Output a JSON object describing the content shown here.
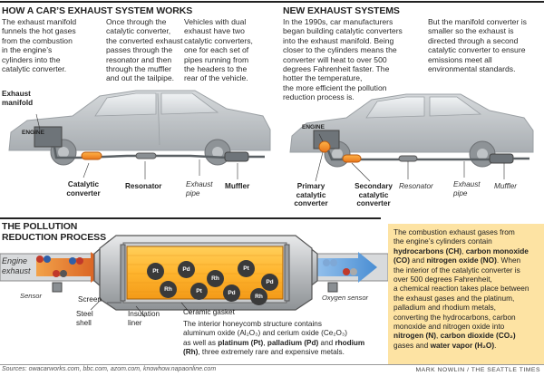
{
  "section1": {
    "title": "HOW A CAR’S EXHAUST SYSTEM WORKS",
    "col1": [
      "The exhaust manifold",
      "funnels the hot gases",
      "from the combustion",
      "in the engine’s",
      "cylinders into the",
      "catalytic converter."
    ],
    "col2": [
      "Once through the",
      "catalytic converter,",
      "the converted exhaust",
      "passes through the",
      "resonator and then",
      "through the muffler",
      "and out the tailpipe."
    ],
    "col3": [
      "Vehicles with dual",
      "exhaust have two",
      "catalytic converters,",
      "one for each set of",
      "pipes running from",
      "the headers to the",
      "rear of the vehicle."
    ]
  },
  "section2": {
    "title": "NEW EXHAUST SYSTEMS",
    "col1": [
      "In the 1990s, car manufacturers",
      "began building catalytic converters",
      "into the exhaust manifold. Being",
      "closer to the cylinders means the",
      "converter will heat to over 500",
      "degrees Fahrenheit faster.  The",
      "hotter the temperature,",
      "the more efficient the pollution",
      "reduction process is."
    ],
    "col2": [
      "But the manifold converter is",
      "smaller so the exhaust is",
      "directed through a second",
      "catalytic converter to ensure",
      "emissions meet all",
      "environmental standards."
    ]
  },
  "car1": {
    "exhaust_manifold": [
      "Exhaust",
      "manifold"
    ],
    "engine": "ENGINE",
    "catalytic_converter": [
      "Catalytic",
      "converter"
    ],
    "resonator": "Resonator",
    "exhaust_pipe": [
      "Exhaust",
      "pipe"
    ],
    "muffler": "Muffler"
  },
  "car2": {
    "engine": "ENGINE",
    "primary": [
      "Primary",
      "catalytic",
      "converter"
    ],
    "secondary": [
      "Secondary",
      "catalytic",
      "converter"
    ],
    "resonator": "Resonator",
    "exhaust_pipe": [
      "Exhaust",
      "pipe"
    ],
    "muffler": "Muffler"
  },
  "section3": {
    "title": [
      "THE POLLUTION",
      "REDUCTION PROCESS"
    ],
    "engine_exhaust": [
      "Engine",
      "exhaust"
    ],
    "sensor": "Sensor",
    "oxygen_sensor": "Oxygen sensor",
    "screen": "Screen",
    "steel_shell": [
      "Steel",
      "shell"
    ],
    "insulation_liner": [
      "Insulation",
      "liner"
    ],
    "ceramic_gasket": "Ceramic gasket",
    "honeycomb": {
      "l1": "The interior honeycomb structure contains",
      "l2": "aluminum oxide (Al₂O₃) and cerium oxide (Ce₂O₃)",
      "l3a": "as well as ",
      "l3b": "platinum (Pt)",
      "l3c": ", ",
      "l3d": "palladium (Pd)",
      "l3e": " and ",
      "l3f": "rhodium",
      "l4a": "(Rh)",
      "l4b": ", three extremely rare and expensive metals."
    }
  },
  "box": {
    "l1": "The combustion exhaust gases from",
    "l2": "the engine’s cylinders contain",
    "l3a": "hydrocarbons (CH)",
    "l3b": ", ",
    "l3c": "carbon monoxide",
    "l4a": "(CO)",
    "l4b": " and ",
    "l4c": "nitrogen oxide (NO)",
    "l4d": ". When",
    "l5": "the interior of the catalytic converter is",
    "l6": "over 500 degrees Fahrenheit,",
    "l7": "a chemical reaction takes place between",
    "l8": "the exhaust gases and the platinum,",
    "l9": "palladium and rhodium metals,",
    "l10": "converting the hydrocarbons, carbon",
    "l11": "monoxide and nitrogen oxide into",
    "l12a": "nitrogen (N)",
    "l12b": ", ",
    "l12c": "carbon dioxide (CO₂)",
    "l13a": "gases and ",
    "l13b": "water vapor (H₂O)",
    "l13c": "."
  },
  "molecules": {
    "metals": [
      "Pt",
      "Pd",
      "Rh",
      "Pt",
      "Pd",
      "Rh",
      "Pt",
      "Pd",
      "Rh"
    ]
  },
  "footer": {
    "sources": "Sources: owacarworks.com, bbc.com, azom.com, knowhow.napaonline.com",
    "credit": "MARK NOWLIN / THE SEATTLE TIMES"
  }
}
